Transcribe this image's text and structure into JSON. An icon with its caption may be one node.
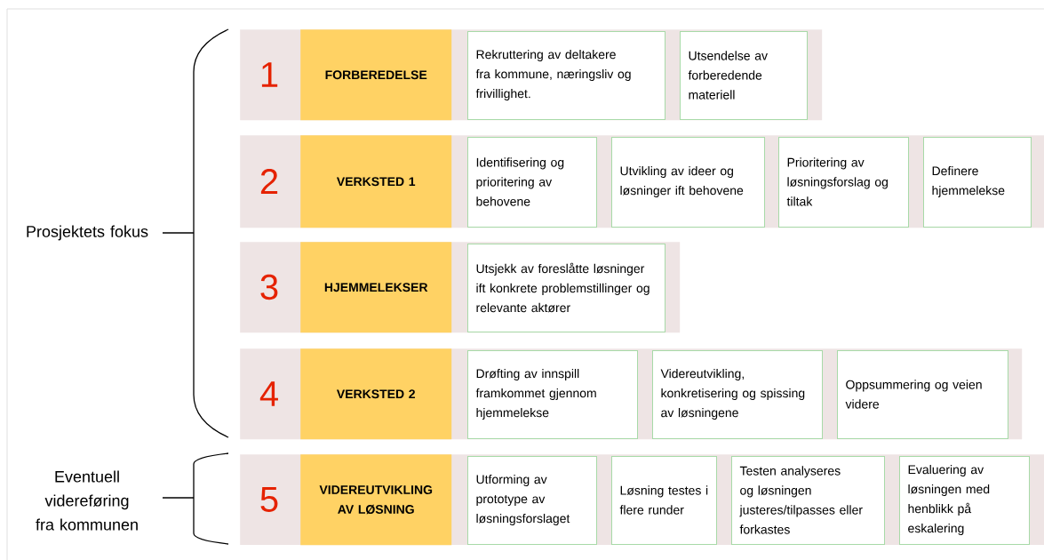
{
  "diagram": {
    "nodes": [
      {
        "text": [
          "1"
        ]
      },
      {
        "text": [
          "FORBEREDELSE"
        ],
        "in": 0
      },
      {
        "text": [
          "Rekruttering av deltakere fra kommune, næringsliv og frivillighet."
        ],
        "in": 0
      },
      {
        "text": [
          "Utsendelse av forberedende materiell"
        ],
        "in": 0
      },
      {
        "text": [
          "2"
        ]
      },
      {
        "text": [
          "VERKSTED 1"
        ],
        "in": 4
      },
      {
        "text": [
          "Identifisering og prioritering av behovene"
        ],
        "in": 4
      },
      {
        "text": [
          "Utvikling av ideer og løsninger ift behovene"
        ],
        "in": 4
      },
      {
        "text": [
          "Prioritering av løsningsforslag og tiltak"
        ],
        "in": 4
      },
      {
        "text": [
          "Definere hjemmelekse"
        ],
        "in": 4
      },
      {
        "text": [
          "3"
        ]
      },
      {
        "text": [
          "HJEMMELEKSER"
        ],
        "in": 10
      },
      {
        "text": [
          "Utsjekk av foreslåtte løsninger ift konkrete problemstillinger og relevante aktører"
        ],
        "in": 10
      },
      {
        "text": [
          "4"
        ]
      },
      {
        "text": [
          "VERKSTED 2"
        ],
        "in": 13
      },
      {
        "text": [
          "Drøfting av innspill framkommet gjennom hjemmelekse"
        ],
        "in": 13
      },
      {
        "text": [
          "Videreutvikling, konkretisering og spissing av løsningene"
        ],
        "in": 13
      },
      {
        "text": [
          "Oppsummering og veien videre"
        ],
        "in": 13
      },
      {
        "text": [
          "5"
        ]
      },
      {
        "text": [
          "VIDEREUTVIKLING AV LØSNING"
        ],
        "in": 18
      },
      {
        "text": [
          "Utforming av prototype av løsningsforslaget"
        ],
        "in": 18
      },
      {
        "text": [
          "Løsning testes i flere runder"
        ],
        "in": 18
      },
      {
        "text": [
          "Testen analyseres og løsningen justeres/tilpasses eller forkastes"
        ],
        "in": 18
      },
      {
        "text": [
          "Evaluering av løsningen med henblikk på eskalering"
        ],
        "in": 18
      }
    ],
    "labels": [
      "Prosjektets fokus",
      "Eventuell videreføring fra kommunen"
    ]
  }
}
